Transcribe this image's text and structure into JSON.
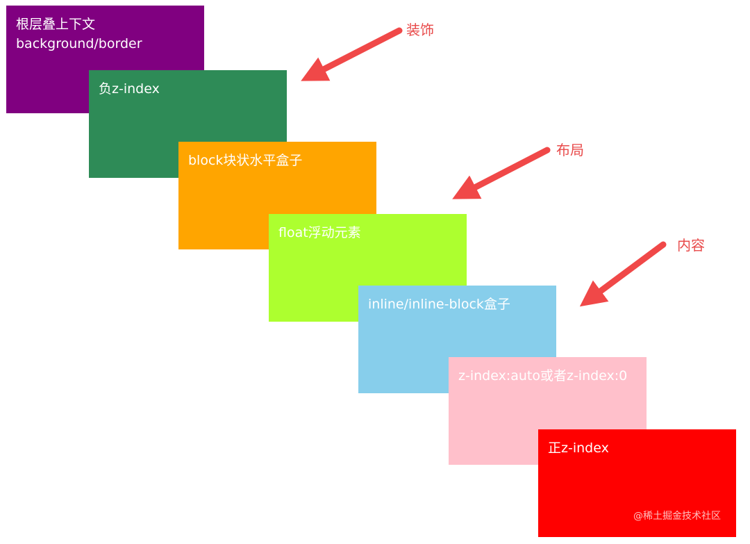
{
  "layers": [
    {
      "id": "root",
      "lines": [
        "根层叠上下文",
        "background/border"
      ],
      "color": "#800080"
    },
    {
      "id": "neg",
      "lines": [
        "负z-index"
      ],
      "color": "#2e8b57"
    },
    {
      "id": "block",
      "lines": [
        "block块状水平盒子"
      ],
      "color": "#ffa500"
    },
    {
      "id": "float",
      "lines": [
        "float浮动元素"
      ],
      "color": "#adff2f"
    },
    {
      "id": "inline",
      "lines": [
        "inline/inline-block盒子"
      ],
      "color": "#87ceeb"
    },
    {
      "id": "zero",
      "lines": [
        "z-index:auto或者z-index:0"
      ],
      "color": "#ffc0cb"
    },
    {
      "id": "pos",
      "lines": [
        "正z-index"
      ],
      "color": "#ff0000"
    }
  ],
  "annotations": {
    "decoration": "装饰",
    "layout": "布局",
    "content": "内容"
  },
  "arrow_color": "#f04848",
  "watermark": "@稀土掘金技术社区"
}
